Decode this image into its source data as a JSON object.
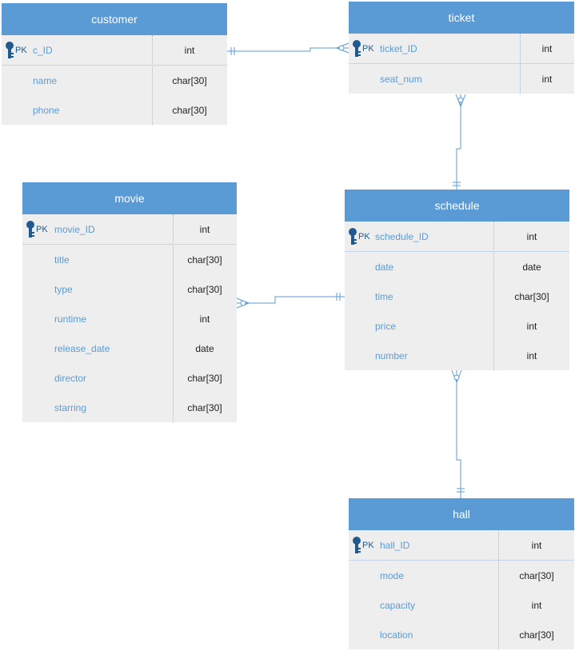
{
  "entities": {
    "customer": {
      "title": "customer",
      "pk_label": "PK",
      "fields": [
        {
          "name": "c_ID",
          "type": "int"
        },
        {
          "name": "name",
          "type": "char[30]"
        },
        {
          "name": "phone",
          "type": "char[30]"
        }
      ]
    },
    "ticket": {
      "title": "ticket",
      "pk_label": "PK",
      "fields": [
        {
          "name": "ticket_ID",
          "type": "int"
        },
        {
          "name": "seat_num",
          "type": "int"
        }
      ]
    },
    "movie": {
      "title": "movie",
      "pk_label": "PK",
      "fields": [
        {
          "name": "movie_ID",
          "type": "int"
        },
        {
          "name": "title",
          "type": "char[30]"
        },
        {
          "name": "type",
          "type": "char[30]"
        },
        {
          "name": "runtime",
          "type": "int"
        },
        {
          "name": "release_date",
          "type": "date"
        },
        {
          "name": "director",
          "type": "char[30]"
        },
        {
          "name": "starring",
          "type": "char[30]"
        }
      ]
    },
    "schedule": {
      "title": "schedule",
      "pk_label": "PK",
      "fields": [
        {
          "name": "schedule_ID",
          "type": "int"
        },
        {
          "name": "date",
          "type": "date"
        },
        {
          "name": "time",
          "type": "char[30]"
        },
        {
          "name": "price",
          "type": "int"
        },
        {
          "name": "number",
          "type": "int"
        }
      ]
    },
    "hall": {
      "title": "hall",
      "pk_label": "PK",
      "fields": [
        {
          "name": "hall_ID",
          "type": "int"
        },
        {
          "name": "mode",
          "type": "char[30]"
        },
        {
          "name": "capacity",
          "type": "int"
        },
        {
          "name": "location",
          "type": "char[30]"
        }
      ]
    }
  },
  "relationships": [
    {
      "from": "customer",
      "to": "ticket",
      "from_cardinality": "one-and-only-one",
      "to_cardinality": "zero-or-many"
    },
    {
      "from": "ticket",
      "to": "schedule",
      "from_cardinality": "zero-or-many",
      "to_cardinality": "one-and-only-one"
    },
    {
      "from": "movie",
      "to": "schedule",
      "from_cardinality": "zero-or-many",
      "to_cardinality": "one-and-only-one"
    },
    {
      "from": "schedule",
      "to": "hall",
      "from_cardinality": "zero-or-many",
      "to_cardinality": "one-and-only-one"
    }
  ],
  "colors": {
    "header": "#5b9bd5",
    "body": "#eeeeee",
    "field_name": "#5b9bd5",
    "key_icon": "#215a8f",
    "connector": "#5b9bd5"
  },
  "icons": {
    "primary_key": "key-icon"
  }
}
